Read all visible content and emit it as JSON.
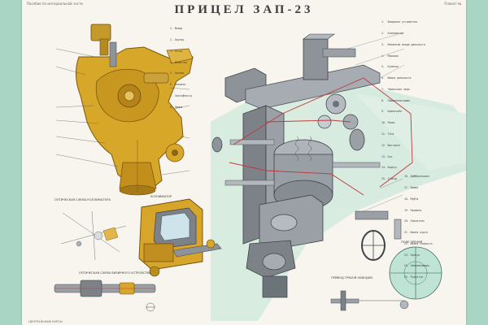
{
  "poster": {
    "title": "ПРИЦЕЛ ЗАП-23",
    "header_left": "Пособие по материальной части",
    "header_right": "Плакат №",
    "footer_left": "ЦЕНТРАЛЬНЫЕ КУРСЫ",
    "captions": {
      "collimator_scheme": "ОПТИЧЕСКАЯ СХЕМА КОЛЛИМАТОРА",
      "ring_sight": "КОЛЛИМАТОР",
      "reticle_scheme": "ОПТИЧЕСКАЯ СХЕМА ВИЗИРНОГО УСТРОЙСТВА",
      "handwheel_detail": "ПРИВОД ГРУБОЙ НАВОДКИ",
      "reticle_view": "ПОЛЕ ЗРЕНИЯ"
    },
    "legend_top_right": [
      "1.  Визирное устройство",
      "2.  Коллиматор",
      "3.  Механизм ввода дальности",
      "4.  Маховик",
      "5.  Кулачок",
      "6.  Шкала дальности",
      "7.  Червячная пара",
      "8.  Параллелограмм",
      "9.  Кронштейн",
      "10. Рычаг",
      "11. Тяга",
      "12. Шестерня",
      "13. Ось",
      "14. Корпус",
      "15. Стопор"
    ],
    "legend_mid_right": [
      "16. Дифференциал",
      "17. Валик",
      "18. Муфта",
      "19. Пружина",
      "20. Указатель",
      "21. Шкала курса",
      "22. Шкала скорости",
      "23. Ползун",
      "24. Направляющая",
      "25. Рукоятка"
    ],
    "legend_left": [
      "1. Визир",
      "2. Окуляр",
      "3. Сетка",
      "4. Объектив",
      "5. Призма",
      "6. Зеркало",
      "7. Светофильтр",
      "8. Лампа"
    ]
  },
  "colors": {
    "background": "#a9d6c4",
    "paper": "#f7f5ee",
    "brass": "#d7a72a",
    "brass_dark": "#9a6f12",
    "steel": "#8d9399",
    "steel_dark": "#565c63",
    "cyan_wash": "#bfe4d6",
    "red_line": "#c23a3a"
  }
}
